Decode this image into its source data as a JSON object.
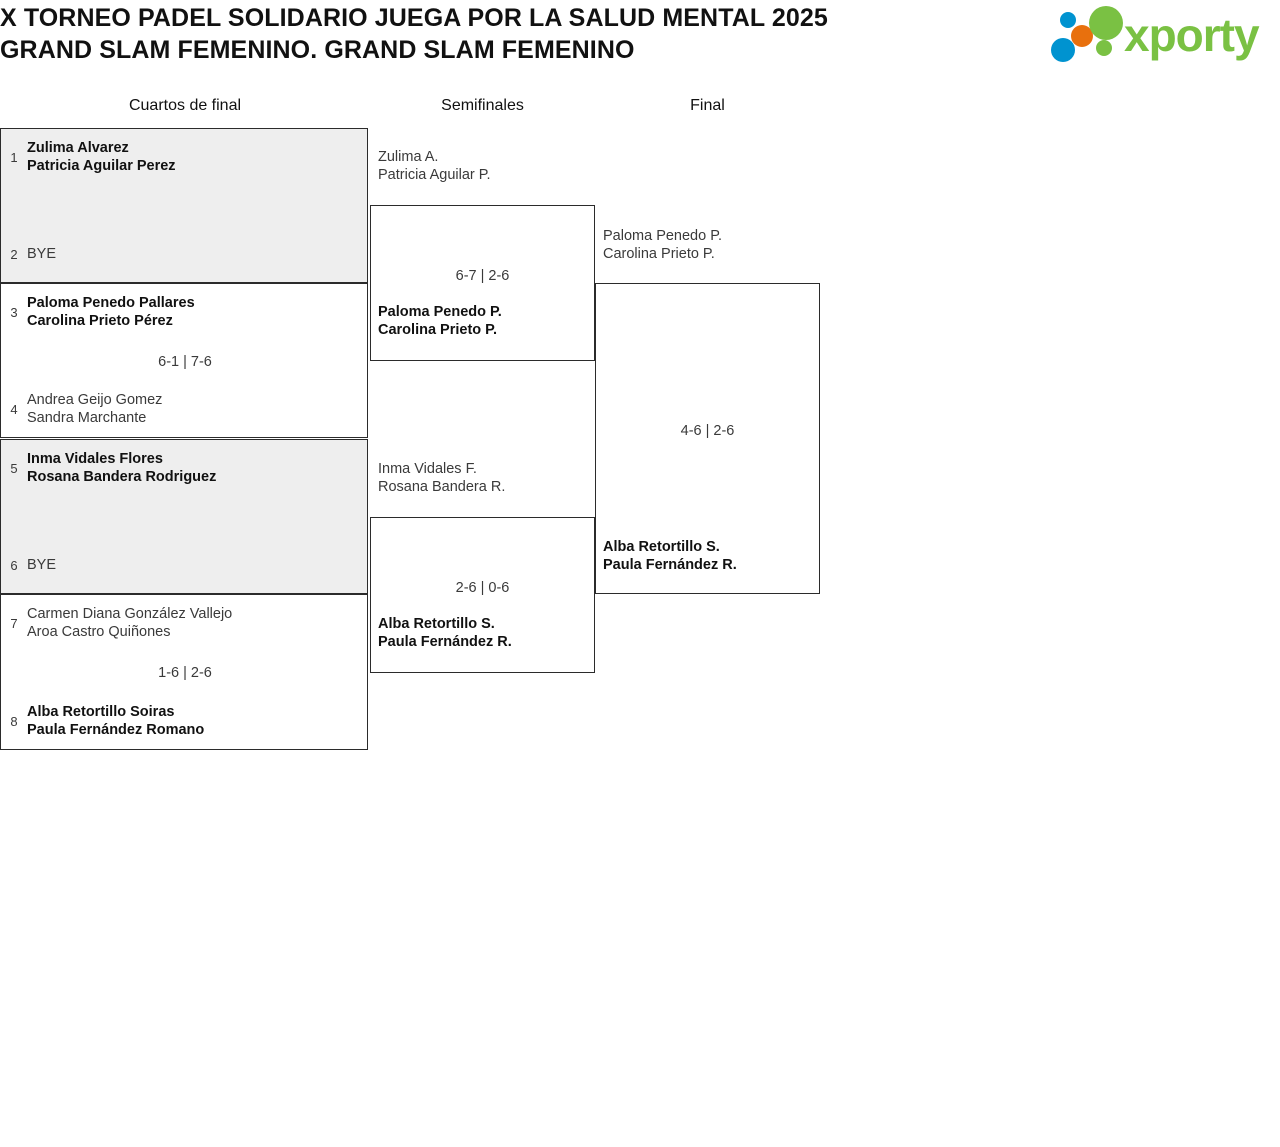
{
  "header": {
    "title_line1": "X TORNEO PADEL SOLIDARIO JUEGA POR LA SALUD MENTAL 2025",
    "title_line2": "GRAND SLAM FEMENINO. GRAND SLAM FEMENINO",
    "logo_text": "xporty",
    "logo_colors": {
      "green": "#7ac143",
      "blue": "#0093d0",
      "orange": "#e8700d"
    }
  },
  "rounds": [
    {
      "label": "Cuartos de final"
    },
    {
      "label": "Semifinales"
    },
    {
      "label": "Final"
    }
  ],
  "quarterfinals": [
    {
      "shaded": true,
      "score": "",
      "top": {
        "seed": "1",
        "line1": "Zulima Alvarez",
        "line2": "Patricia Aguilar Perez",
        "winner": true
      },
      "bottom": {
        "seed": "2",
        "line1": "BYE",
        "line2": "",
        "winner": false
      }
    },
    {
      "shaded": false,
      "score": "6-1 | 7-6",
      "top": {
        "seed": "3",
        "line1": "Paloma Penedo Pallares",
        "line2": "Carolina Prieto Pérez",
        "winner": true
      },
      "bottom": {
        "seed": "4",
        "line1": "Andrea Geijo Gomez",
        "line2": "Sandra Marchante",
        "winner": false
      }
    },
    {
      "shaded": true,
      "score": "",
      "top": {
        "seed": "5",
        "line1": "Inma Vidales Flores",
        "line2": "Rosana Bandera Rodriguez",
        "winner": true
      },
      "bottom": {
        "seed": "6",
        "line1": "BYE",
        "line2": "",
        "winner": false
      }
    },
    {
      "shaded": false,
      "score": "1-6 | 2-6",
      "top": {
        "seed": "7",
        "line1": "Carmen Diana González Vallejo",
        "line2": "Aroa Castro Quiñones",
        "winner": false
      },
      "bottom": {
        "seed": "8",
        "line1": "Alba Retortillo Soiras",
        "line2": "Paula Fernández Romano",
        "winner": true
      }
    }
  ],
  "semifinals": [
    {
      "score": "6-7 | 2-6",
      "top": {
        "line1": "Zulima A.",
        "line2": "Patricia Aguilar P.",
        "winner": false
      },
      "bottom": {
        "line1": "Paloma Penedo P.",
        "line2": "Carolina Prieto P.",
        "winner": true
      }
    },
    {
      "score": "2-6 | 0-6",
      "top": {
        "line1": "Inma Vidales F.",
        "line2": "Rosana Bandera R.",
        "winner": false
      },
      "bottom": {
        "line1": "Alba Retortillo S.",
        "line2": "Paula Fernández R.",
        "winner": true
      }
    }
  ],
  "final": {
    "score": "4-6 | 2-6",
    "top": {
      "line1": "Paloma Penedo P.",
      "line2": "Carolina Prieto P.",
      "winner": false
    },
    "bottom": {
      "line1": "Alba Retortillo S.",
      "line2": "Paula Fernández R.",
      "winner": true
    }
  }
}
